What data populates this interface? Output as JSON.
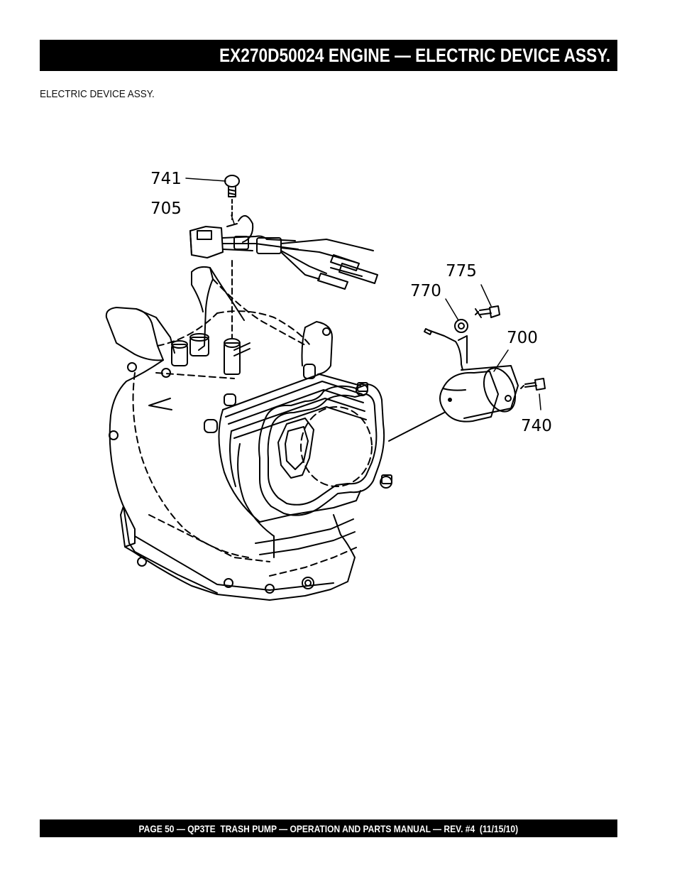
{
  "header": {
    "title": "EX270D50024 ENGINE — ELECTRIC DEVICE ASSY."
  },
  "section": {
    "label": "ELECTRIC DEVICE ASSY."
  },
  "figure": {
    "callouts": {
      "c741": "741",
      "c705": "705",
      "c775": "775",
      "c770": "770",
      "c700": "700",
      "c740": "740"
    }
  },
  "footer": {
    "text": "PAGE 50 — QP3TE  TRASH PUMP — OPERATION AND PARTS MANUAL — REV. #4  (11/15/10)"
  }
}
